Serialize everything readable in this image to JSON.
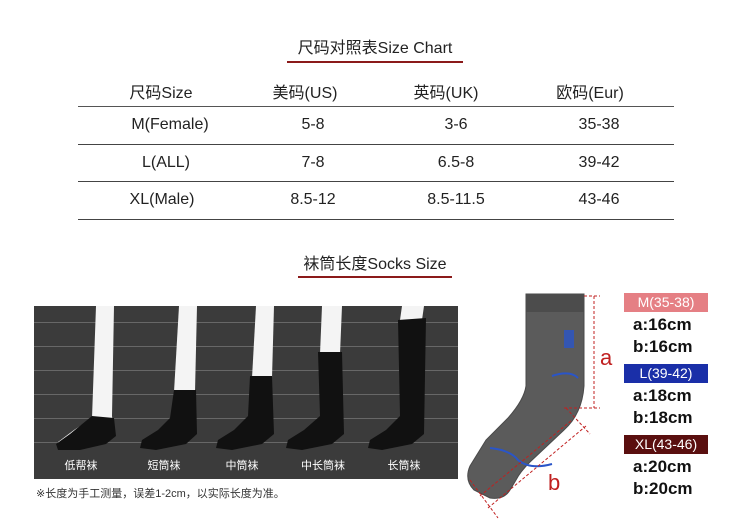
{
  "size_chart": {
    "title": "尺码对照表Size Chart",
    "headers": [
      "尺码Size",
      "美码(US)",
      "英码(UK)",
      "欧码(Eur)"
    ],
    "rows": [
      [
        "M(Female)",
        "5-8",
        "3-6",
        "35-38"
      ],
      [
        "L(ALL)",
        "7-8",
        "6.5-8",
        "39-42"
      ],
      [
        "XL(Male)",
        "8.5-12",
        "8.5-11.5",
        "43-46"
      ]
    ]
  },
  "socks_size": {
    "title": "袜筒长度Socks Size",
    "types": [
      "低帮袜",
      "短筒袜",
      "中筒袜",
      "中长筒袜",
      "长筒袜"
    ],
    "note": "※长度为手工测量，误差1-2cm，以实际长度为准。"
  },
  "diagram": {
    "label_a": "a",
    "label_b": "b",
    "sizes": [
      {
        "badge": "M(35-38)",
        "a": "a:16cm",
        "b": "b:16cm",
        "color": "#e57f84"
      },
      {
        "badge": "L(39-42)",
        "a": "a:18cm",
        "b": "b:18cm",
        "color": "#1a2fa8"
      },
      {
        "badge": "XL(43-46)",
        "a": "a:20cm",
        "b": "b:20cm",
        "color": "#5a0f0f"
      }
    ]
  }
}
